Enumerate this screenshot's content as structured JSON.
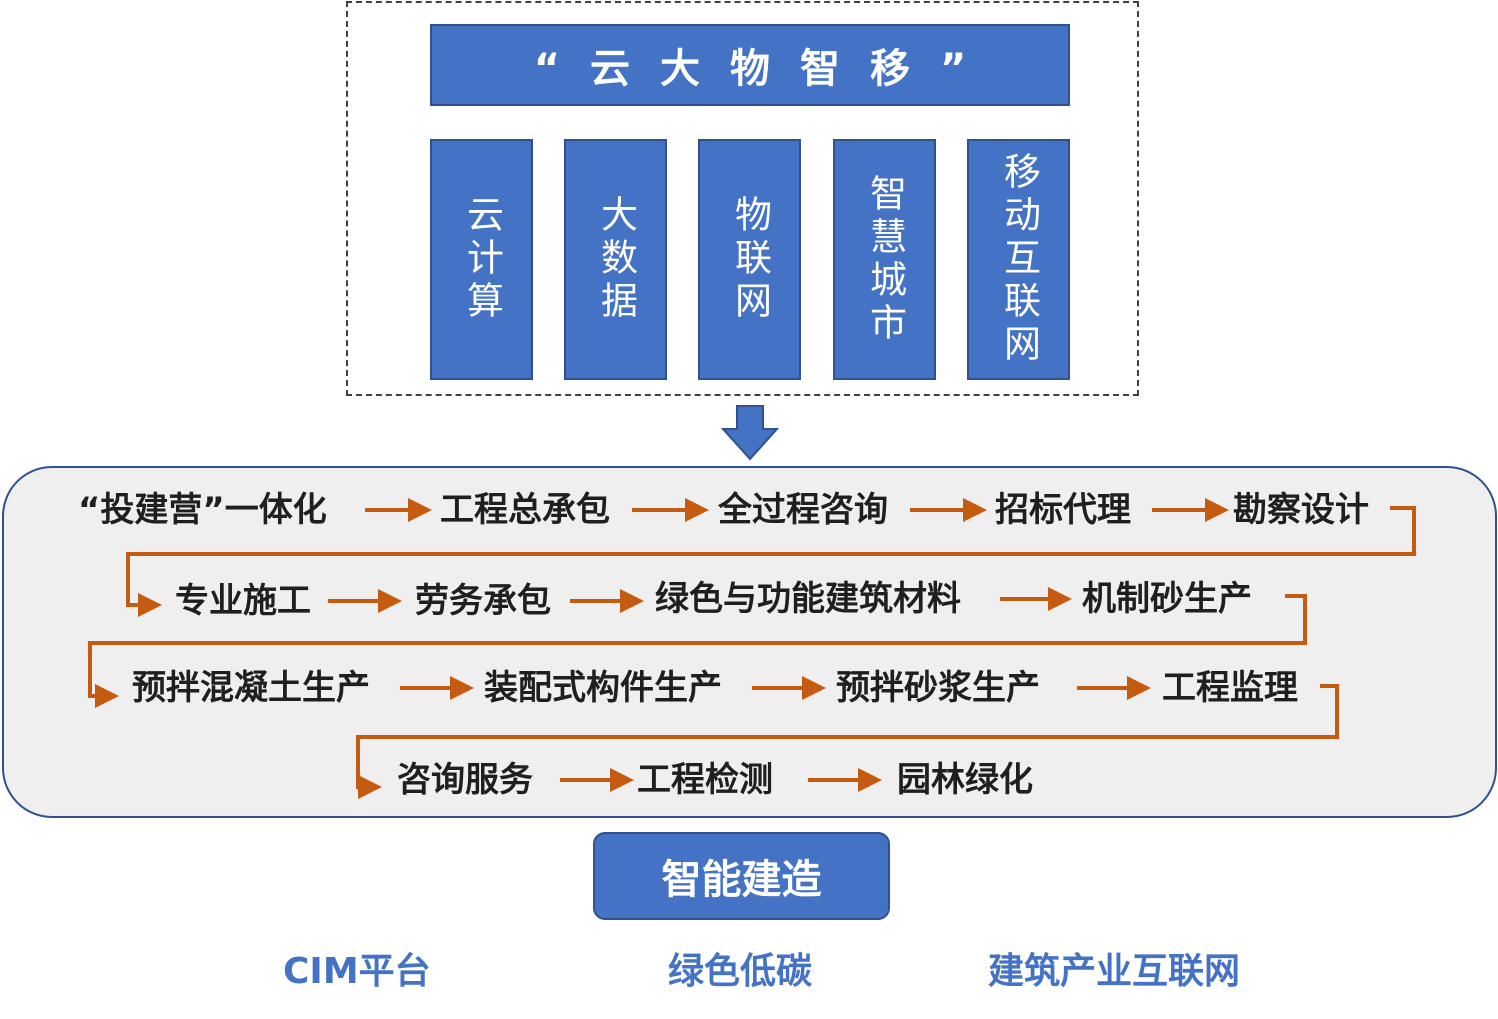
{
  "tech": {
    "banner": "“云大物智移”",
    "items": [
      "云计算",
      "大数据",
      "物联网",
      "智慧城市",
      "移动互联网"
    ]
  },
  "chain": {
    "row1": [
      "“投建营”一体化",
      "工程总承包",
      "全过程咨询",
      "招标代理",
      "勘察设计"
    ],
    "row2": [
      "专业施工",
      "劳务承包",
      "绿色与功能建筑材料",
      "机制砂生产"
    ],
    "row3": [
      "预拌混凝土生产",
      "装配式构件生产",
      "预拌砂浆生产",
      "工程监理"
    ],
    "row4": [
      "咨询服务",
      "工程检测",
      "园林绿化"
    ]
  },
  "center_label": "智能建造",
  "pillars": [
    "CIM平台",
    "绿色低碳",
    "建筑产业互联网"
  ],
  "colors": {
    "blue": "#4472c4",
    "blue_border": "#2f528f",
    "orange": "#c55a11",
    "panel": "#efefef"
  }
}
